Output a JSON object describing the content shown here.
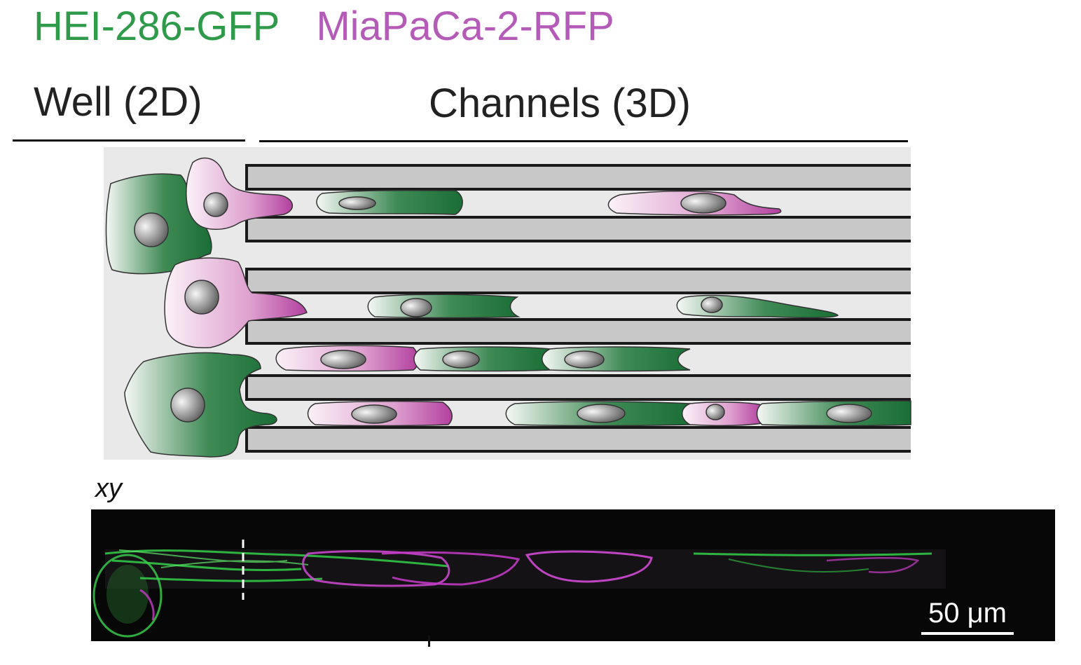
{
  "legend": [
    {
      "label": "HEI-286-GFP",
      "color": "#2e9a4a"
    },
    {
      "label": "MiaPaCa-2-RFP",
      "color": "#b45bb8"
    }
  ],
  "headers": {
    "well": "Well (2D)",
    "channels": "Channels (3D)"
  },
  "micrograph": {
    "view_label": "xy",
    "scale_bar": "50 μm"
  },
  "colors": {
    "stroma_green": "#1f7a3c",
    "cancer_magenta": "#b0459f",
    "channel_wall": "#c8c8c8",
    "channel_bg": "#e9e9e9"
  }
}
